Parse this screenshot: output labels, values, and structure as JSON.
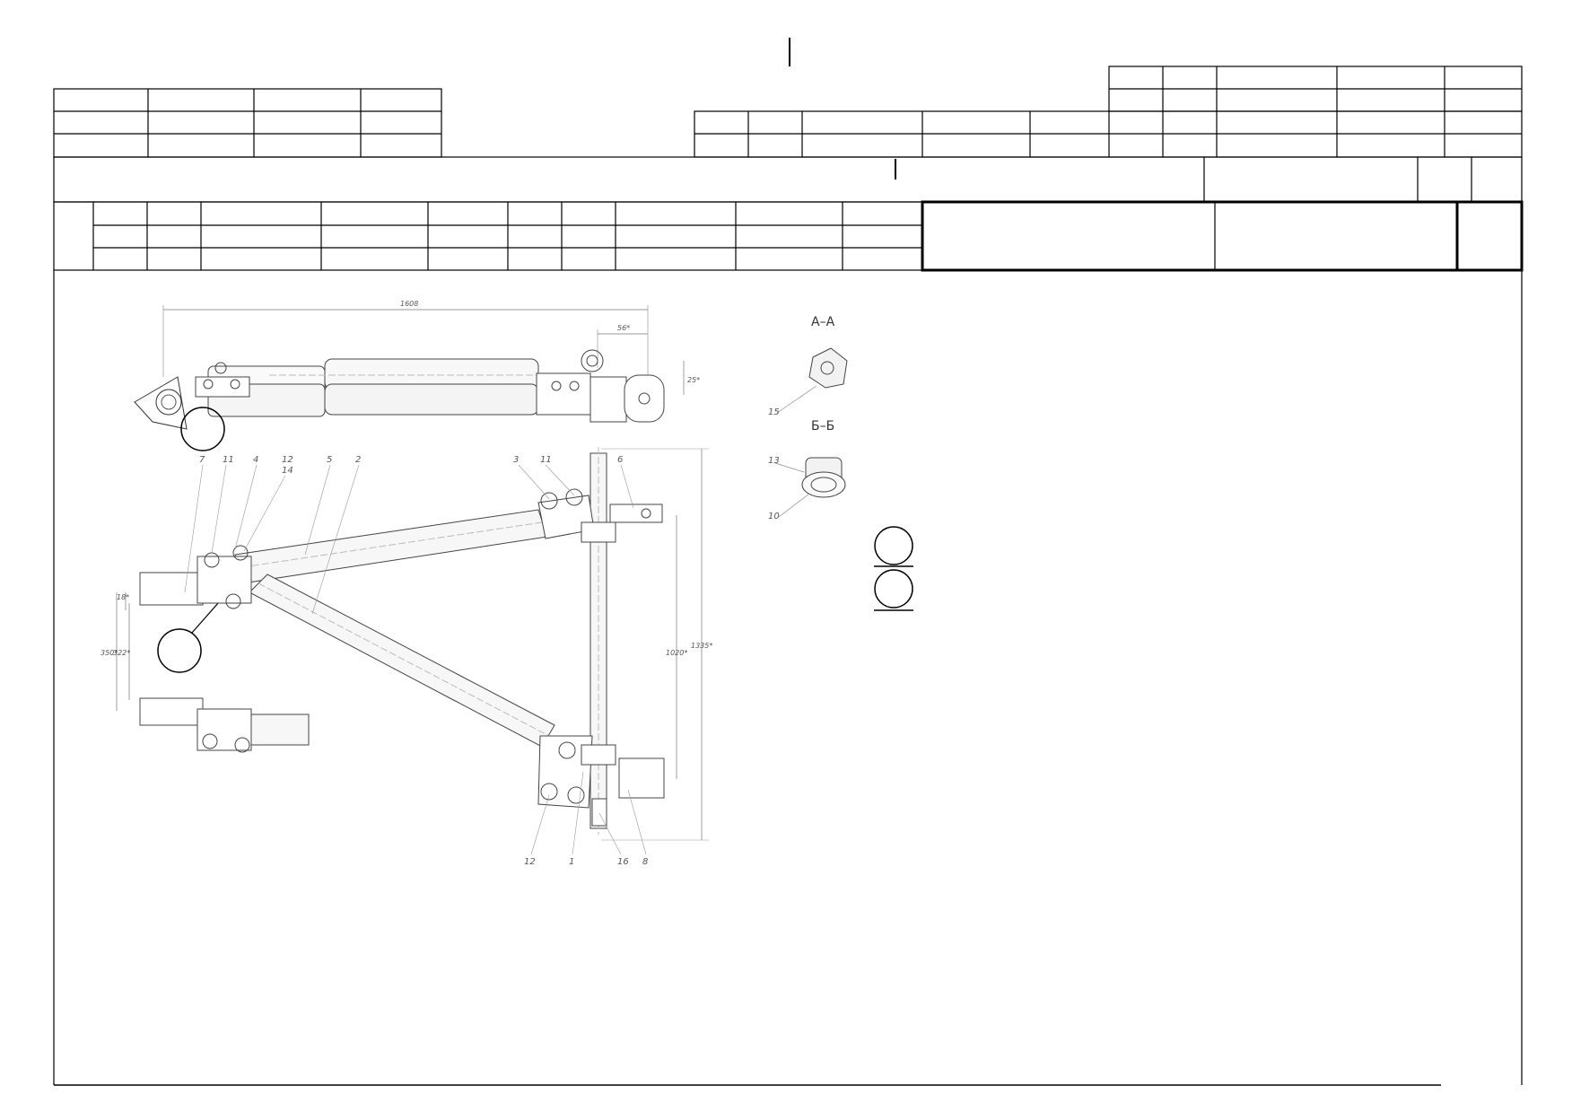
{
  "drawing": {
    "dimensions": {
      "overall_length": "1608",
      "offset_top": "56*",
      "height_right": "25*",
      "height_small": "18*",
      "height_left_a": "350*",
      "height_left_b": "322*",
      "span_inner": "1020*",
      "span_outer": "1335*"
    },
    "sections": {
      "section_a": "А–А",
      "section_b": "Б–Б"
    },
    "part_labels": {
      "p7": "7",
      "p11a": "11",
      "p4": "4",
      "p12a": "12",
      "p14": "14",
      "p5": "5",
      "p2": "2",
      "p3": "3",
      "p11b": "11",
      "p6": "6",
      "p15": "15",
      "p13": "13",
      "p10": "10",
      "p12b": "12",
      "p1": "1",
      "p16": "16",
      "p8": "8"
    }
  }
}
